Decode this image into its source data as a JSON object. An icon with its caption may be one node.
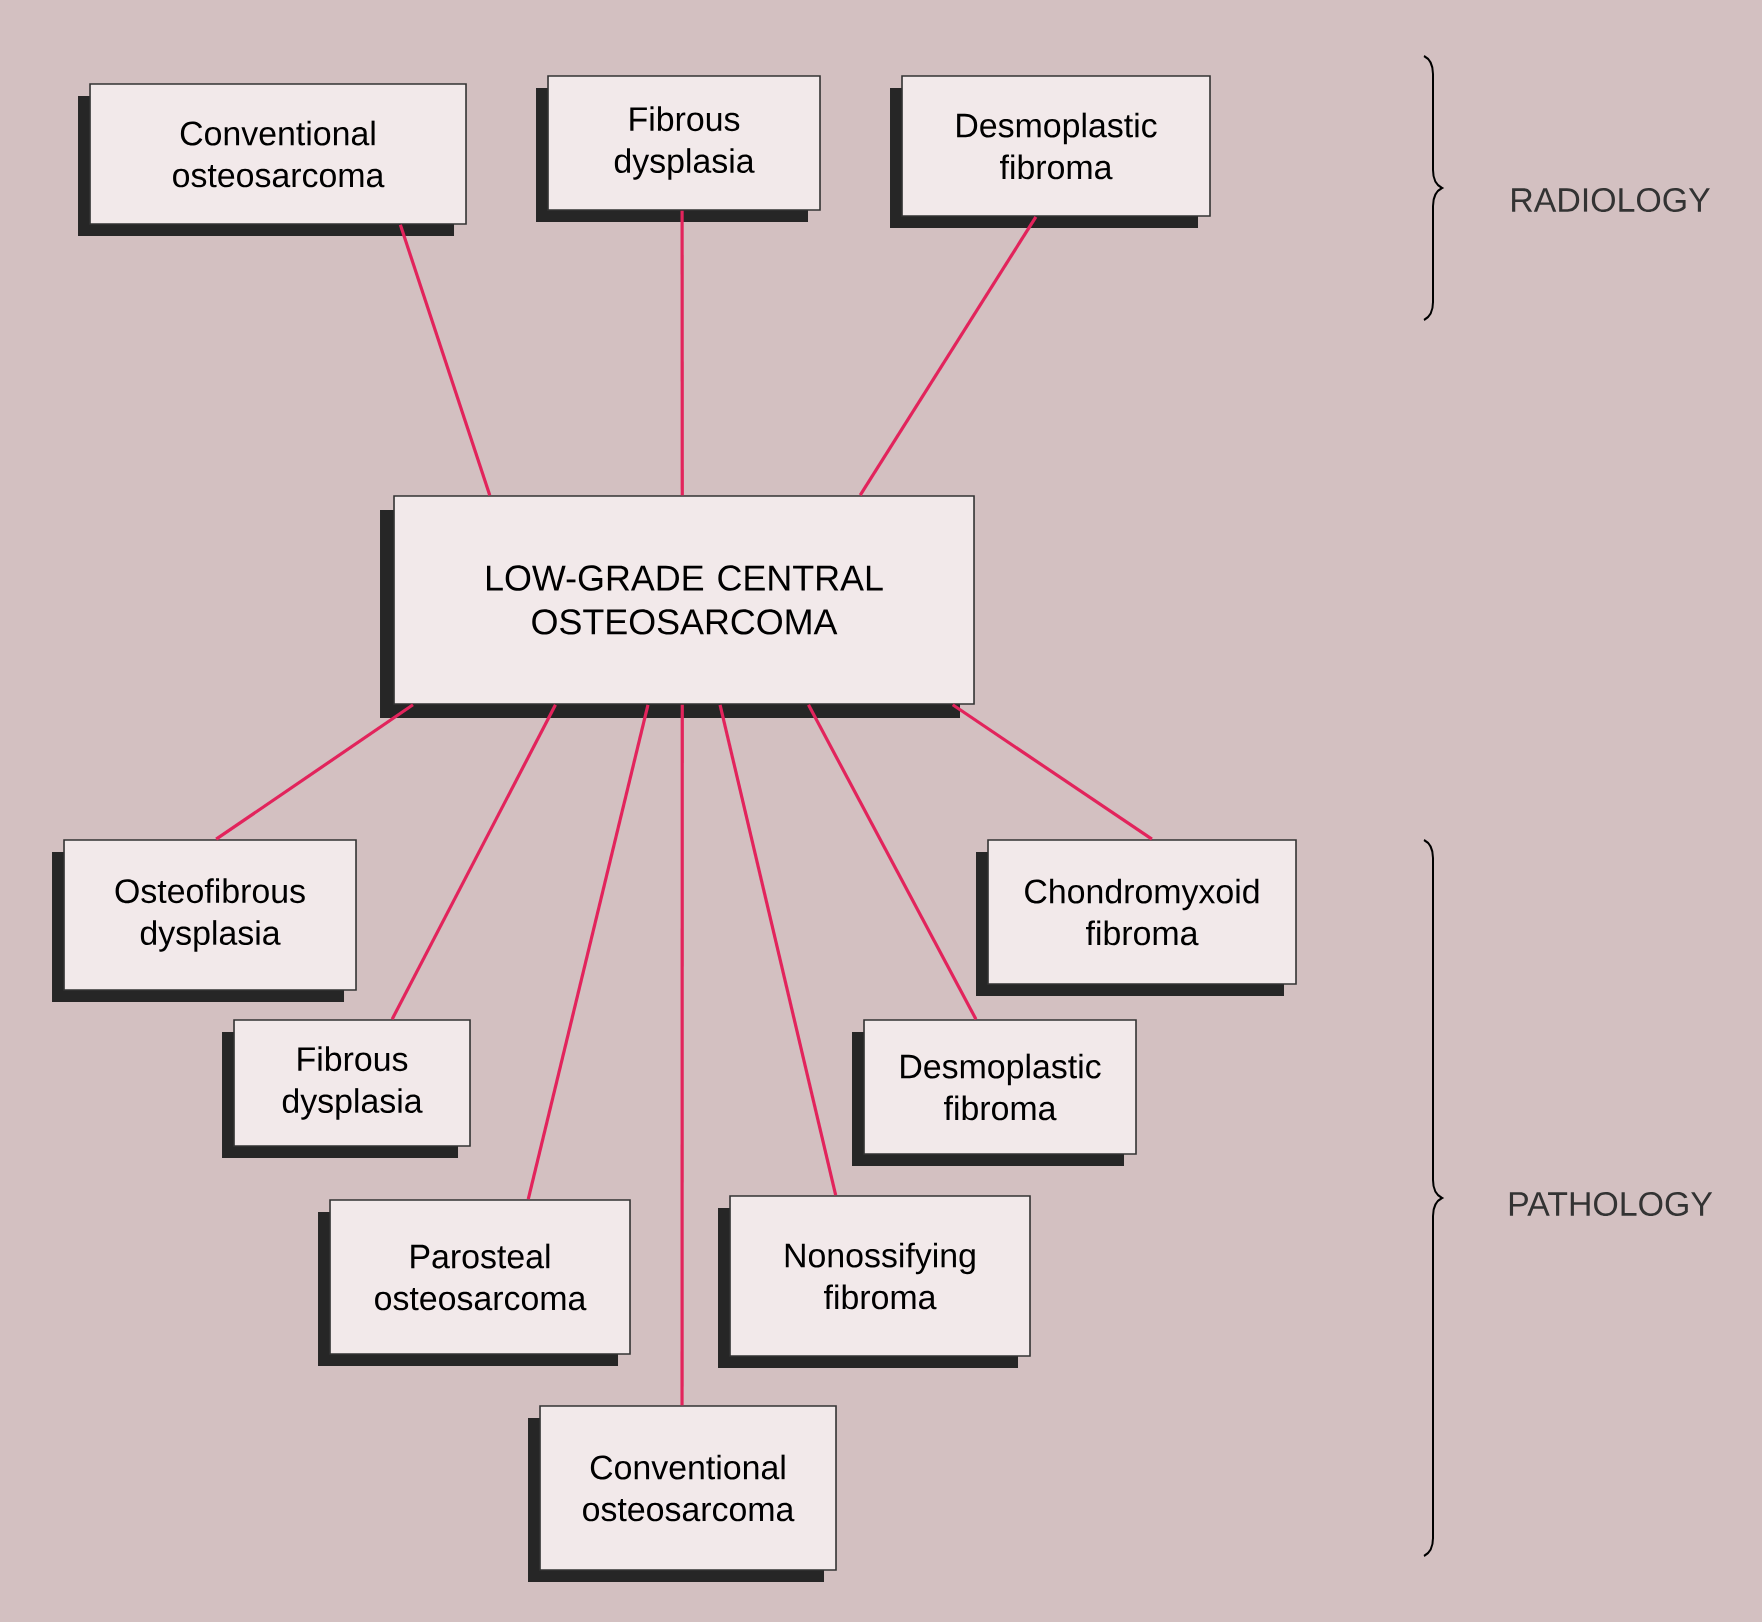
{
  "diagram": {
    "nodes": [
      {
        "text": [
          "Conventional osteosarcoma"
        ]
      },
      {
        "text": [
          "Fibrous dysplasia"
        ]
      },
      {
        "text": [
          "Desmoplastic fibroma"
        ]
      },
      {
        "text": [
          "LOW-GRADE CENTRAL OSTEOSARCOMA"
        ]
      },
      {
        "text": [
          "Osteofibrous dysplasia"
        ]
      },
      {
        "text": [
          "Chondromyxoid fibroma"
        ]
      },
      {
        "text": [
          "Fibrous dysplasia"
        ]
      },
      {
        "text": [
          "Desmoplastic fibroma"
        ]
      },
      {
        "text": [
          "Parosteal osteosarcoma"
        ]
      },
      {
        "text": [
          "Nonossifying fibroma"
        ]
      },
      {
        "text": [
          "Conventional osteosarcoma"
        ]
      }
    ],
    "edges": [
      {
        "from": 3,
        "to": 0,
        "arrow": "none"
      },
      {
        "from": 3,
        "to": 1,
        "arrow": "none"
      },
      {
        "from": 3,
        "to": 2,
        "arrow": "none"
      },
      {
        "from": 3,
        "to": 4,
        "arrow": "none"
      },
      {
        "from": 3,
        "to": 5,
        "arrow": "none"
      },
      {
        "from": 3,
        "to": 6,
        "arrow": "none"
      },
      {
        "from": 3,
        "to": 7,
        "arrow": "none"
      },
      {
        "from": 3,
        "to": 8,
        "arrow": "none"
      },
      {
        "from": 3,
        "to": 9,
        "arrow": "none"
      },
      {
        "from": 3,
        "to": 10,
        "arrow": "none"
      }
    ],
    "labels": [
      "RADIOLOGY",
      "PATHOLOGY"
    ]
  }
}
